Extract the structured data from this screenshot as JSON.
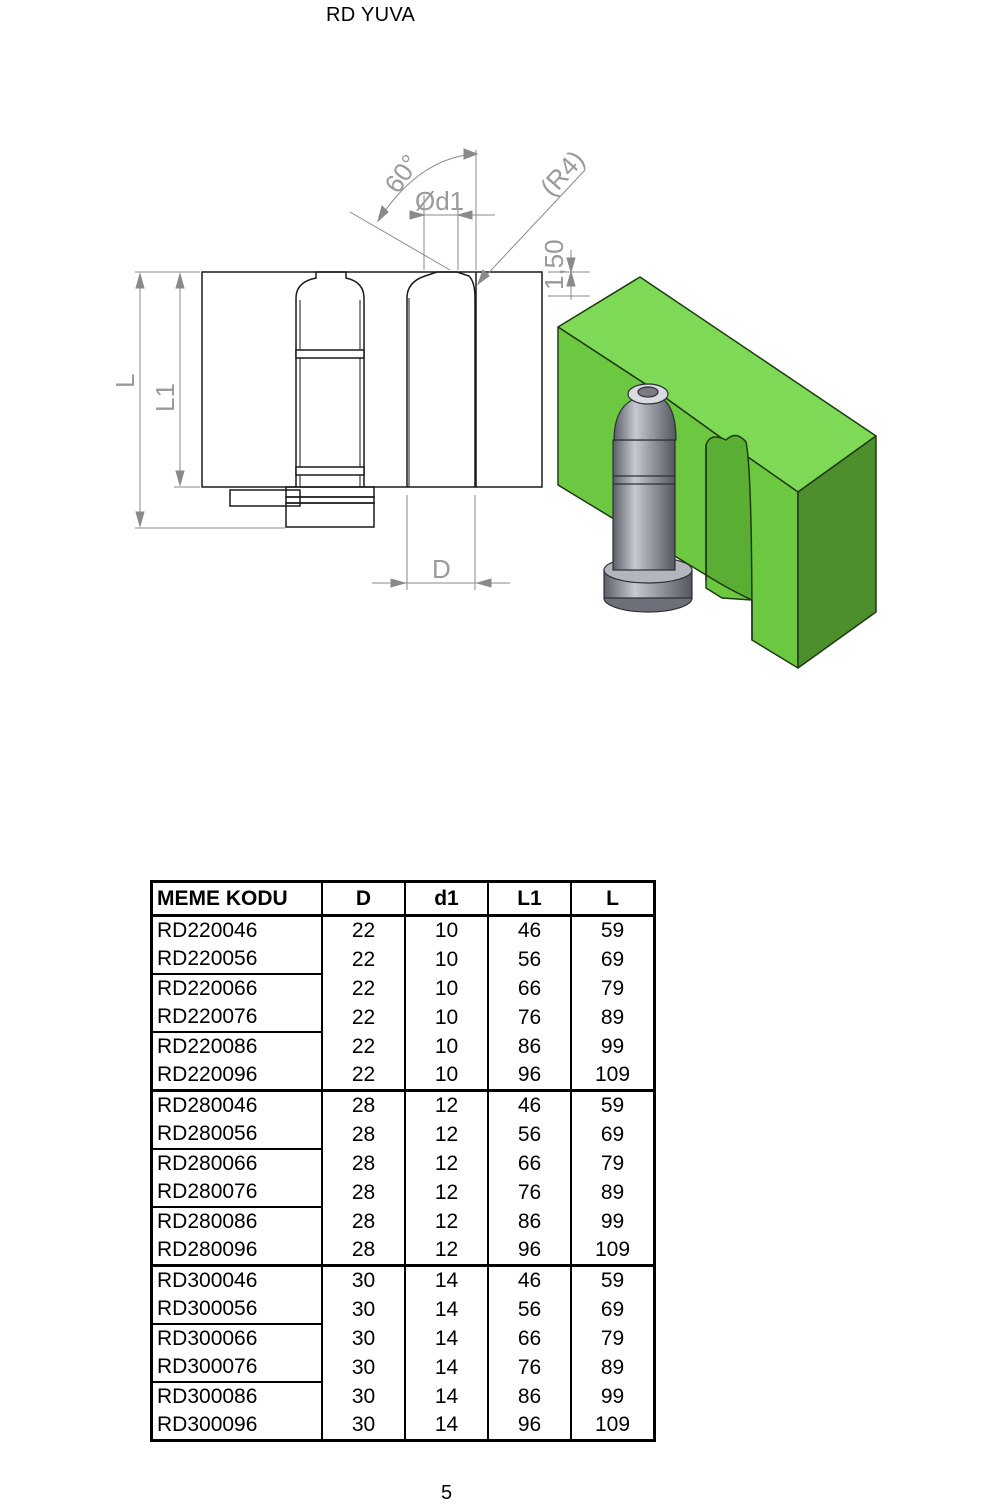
{
  "page": {
    "title": "RD YUVA",
    "number": "5"
  },
  "drawing": {
    "labels": {
      "angle": "60°",
      "hole_diameter": "Ød1",
      "radius": "(R4)",
      "depth": "1,50",
      "length": "L",
      "length1": "L1",
      "diameter": "D"
    },
    "colors": {
      "block_top": "#7ed957",
      "block_front": "#6cc840",
      "block_side": "#4d8f2c",
      "nozzle": "#8e9099"
    }
  },
  "table": {
    "headers": [
      "MEME KODU",
      "D",
      "d1",
      "L1",
      "L"
    ],
    "rows": [
      [
        "RD220046",
        "22",
        "10",
        "46",
        "59"
      ],
      [
        "RD220056",
        "22",
        "10",
        "56",
        "69"
      ],
      [
        "RD220066",
        "22",
        "10",
        "66",
        "79"
      ],
      [
        "RD220076",
        "22",
        "10",
        "76",
        "89"
      ],
      [
        "RD220086",
        "22",
        "10",
        "86",
        "99"
      ],
      [
        "RD220096",
        "22",
        "10",
        "96",
        "109"
      ],
      [
        "RD280046",
        "28",
        "12",
        "46",
        "59"
      ],
      [
        "RD280056",
        "28",
        "12",
        "56",
        "69"
      ],
      [
        "RD280066",
        "28",
        "12",
        "66",
        "79"
      ],
      [
        "RD280076",
        "28",
        "12",
        "76",
        "89"
      ],
      [
        "RD280086",
        "28",
        "12",
        "86",
        "99"
      ],
      [
        "RD280096",
        "28",
        "12",
        "96",
        "109"
      ],
      [
        "RD300046",
        "30",
        "14",
        "46",
        "59"
      ],
      [
        "RD300056",
        "30",
        "14",
        "56",
        "69"
      ],
      [
        "RD300066",
        "30",
        "14",
        "66",
        "79"
      ],
      [
        "RD300076",
        "30",
        "14",
        "76",
        "89"
      ],
      [
        "RD300086",
        "30",
        "14",
        "86",
        "99"
      ],
      [
        "RD300096",
        "30",
        "14",
        "96",
        "109"
      ]
    ]
  }
}
